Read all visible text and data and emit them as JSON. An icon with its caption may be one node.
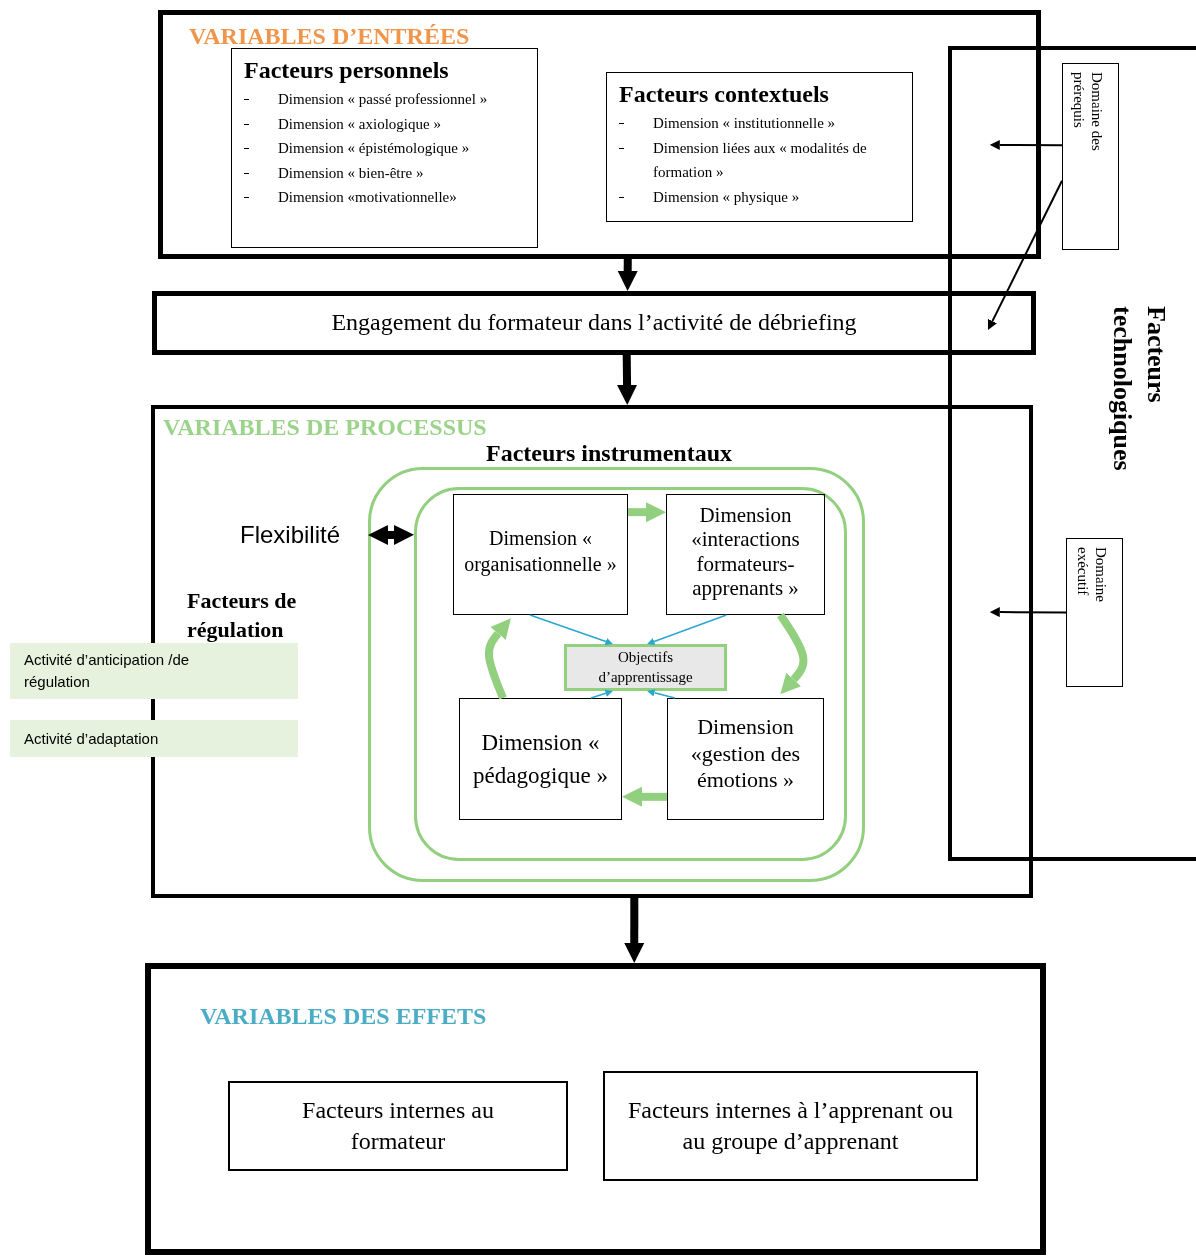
{
  "diagram": {
    "nodes": [
      {
        "text": [
          "VARIABLES D’ENTRÉES"
        ]
      },
      {
        "text": [
          "Facteurs personnels",
          "Dimension « passé professionnel »",
          "Dimension « axiologique »",
          "Dimension « épistémologique »",
          "Dimension « bien-être »",
          "Dimension «motivationnelle»"
        ],
        "in": 0
      },
      {
        "text": [
          "Facteurs contextuels",
          "Dimension « institutionnelle »",
          "Dimension liées aux « modalités de formation »",
          "Dimension « physique »"
        ],
        "in": 0
      },
      {
        "text": [
          "Engagement du formateur dans l’activité de débriefing"
        ]
      },
      {
        "text": [
          "VARIABLES DE PROCESSUS"
        ]
      },
      {
        "text": [
          "Facteurs instrumentaux"
        ],
        "in": 4
      },
      {
        "text": [],
        "shape": "box",
        "in": 5
      },
      {
        "text": [
          "Dimension « organisationnelle »"
        ],
        "in": 6
      },
      {
        "text": [
          "Dimension «interactions formateurs-apprenants »"
        ],
        "in": 6
      },
      {
        "text": [
          "Objectifs d’apprentissage"
        ],
        "in": 6
      },
      {
        "text": [
          "Dimension « pédagogique »"
        ],
        "in": 6
      },
      {
        "text": [
          "Dimension «gestion des émotions »"
        ],
        "in": 6
      },
      {
        "text": [
          "Activité d’anticipation /de régulation"
        ]
      },
      {
        "text": [
          "Activité d’adaptation"
        ]
      },
      {
        "text": [
          "VARIABLES DES EFFETS"
        ]
      },
      {
        "text": [
          "Facteurs internes au formateur"
        ],
        "in": 14
      },
      {
        "text": [
          "Facteurs internes à l’apprenant ou au groupe d’apprenant"
        ],
        "in": 14
      },
      {
        "text": [
          "Facteurs technologiques"
        ]
      },
      {
        "text": [
          "Domaine des prérequis"
        ],
        "in": 17
      },
      {
        "text": [
          "Domaine exécutif"
        ],
        "in": 17
      }
    ],
    "edges": [
      {
        "from": 0,
        "to": 3,
        "arrow": "to"
      },
      {
        "from": 3,
        "to": 4,
        "arrow": "to"
      },
      {
        "from": 4,
        "to": 14,
        "arrow": "to"
      },
      {
        "from": 5,
        "to": 6,
        "arrow": "both"
      },
      {
        "from": 7,
        "to": 8,
        "arrow": "to",
        "color": "#92cf7e"
      },
      {
        "from": 8,
        "to": 11,
        "arrow": "to",
        "color": "#92cf7e"
      },
      {
        "from": 11,
        "to": 10,
        "arrow": "to",
        "color": "#92cf7e"
      },
      {
        "from": 10,
        "to": 7,
        "arrow": "to",
        "color": "#92cf7e"
      },
      {
        "from": 7,
        "to": 9,
        "arrow": "to",
        "color": "#2aa7cf"
      },
      {
        "from": 8,
        "to": 9,
        "arrow": "to",
        "color": "#2aa7cf"
      },
      {
        "from": 10,
        "to": 9,
        "arrow": "to",
        "color": "#2aa7cf"
      },
      {
        "from": 11,
        "to": 9,
        "arrow": "to",
        "color": "#2aa7cf"
      },
      {
        "from": 18,
        "to": 0,
        "arrow": "to"
      },
      {
        "from": 18,
        "to": 3,
        "arrow": "to"
      },
      {
        "from": 19,
        "to": 4,
        "arrow": "to"
      }
    ],
    "labels": [
      "Flexibilité",
      "Facteurs de régulation"
    ]
  }
}
